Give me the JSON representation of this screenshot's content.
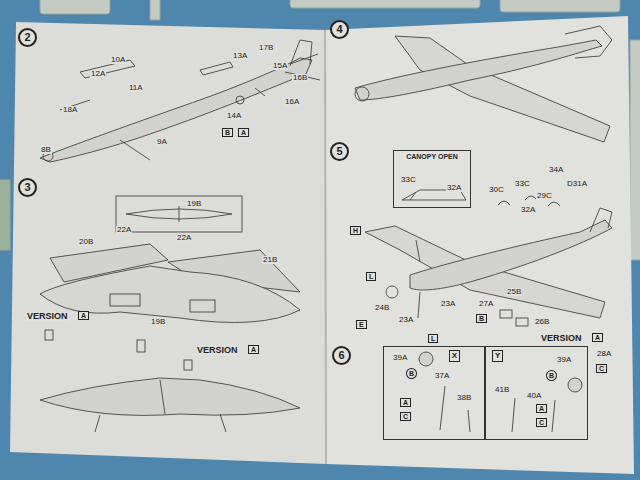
{
  "diagram": {
    "nodes": [
      {
        "text": [
          "2"
        ]
      },
      {
        "text": [
          "3"
        ]
      },
      {
        "text": [
          "4"
        ]
      },
      {
        "text": [
          "5"
        ]
      },
      {
        "text": [
          "CANOPY OPEN"
        ]
      },
      {
        "text": [
          "6"
        ]
      },
      {
        "text": [
          "X"
        ]
      },
      {
        "text": [
          "Y"
        ]
      }
    ],
    "labels": [
      "10A",
      "12A",
      "11A",
      "13A",
      "17B",
      "15A",
      "16B",
      "16A",
      "14A",
      "B",
      "A",
      "18A",
      "9A",
      "8B",
      "19B",
      "20B",
      "22A",
      "22A",
      "21B",
      "19B",
      "VERSION",
      "A",
      "VERSION",
      "A",
      "33C",
      "32A",
      "34A",
      "30C",
      "33C",
      "29C",
      "D31A",
      "32A",
      "H",
      "L",
      "24B",
      "E",
      "23A",
      "23A",
      "L",
      "27A",
      "B",
      "25B",
      "26B",
      "VERSION",
      "A",
      "28A",
      "C",
      "39A",
      "B",
      "37A",
      "A",
      "C",
      "38B",
      "39A",
      "B",
      "41B",
      "40A",
      "A",
      "C"
    ]
  }
}
